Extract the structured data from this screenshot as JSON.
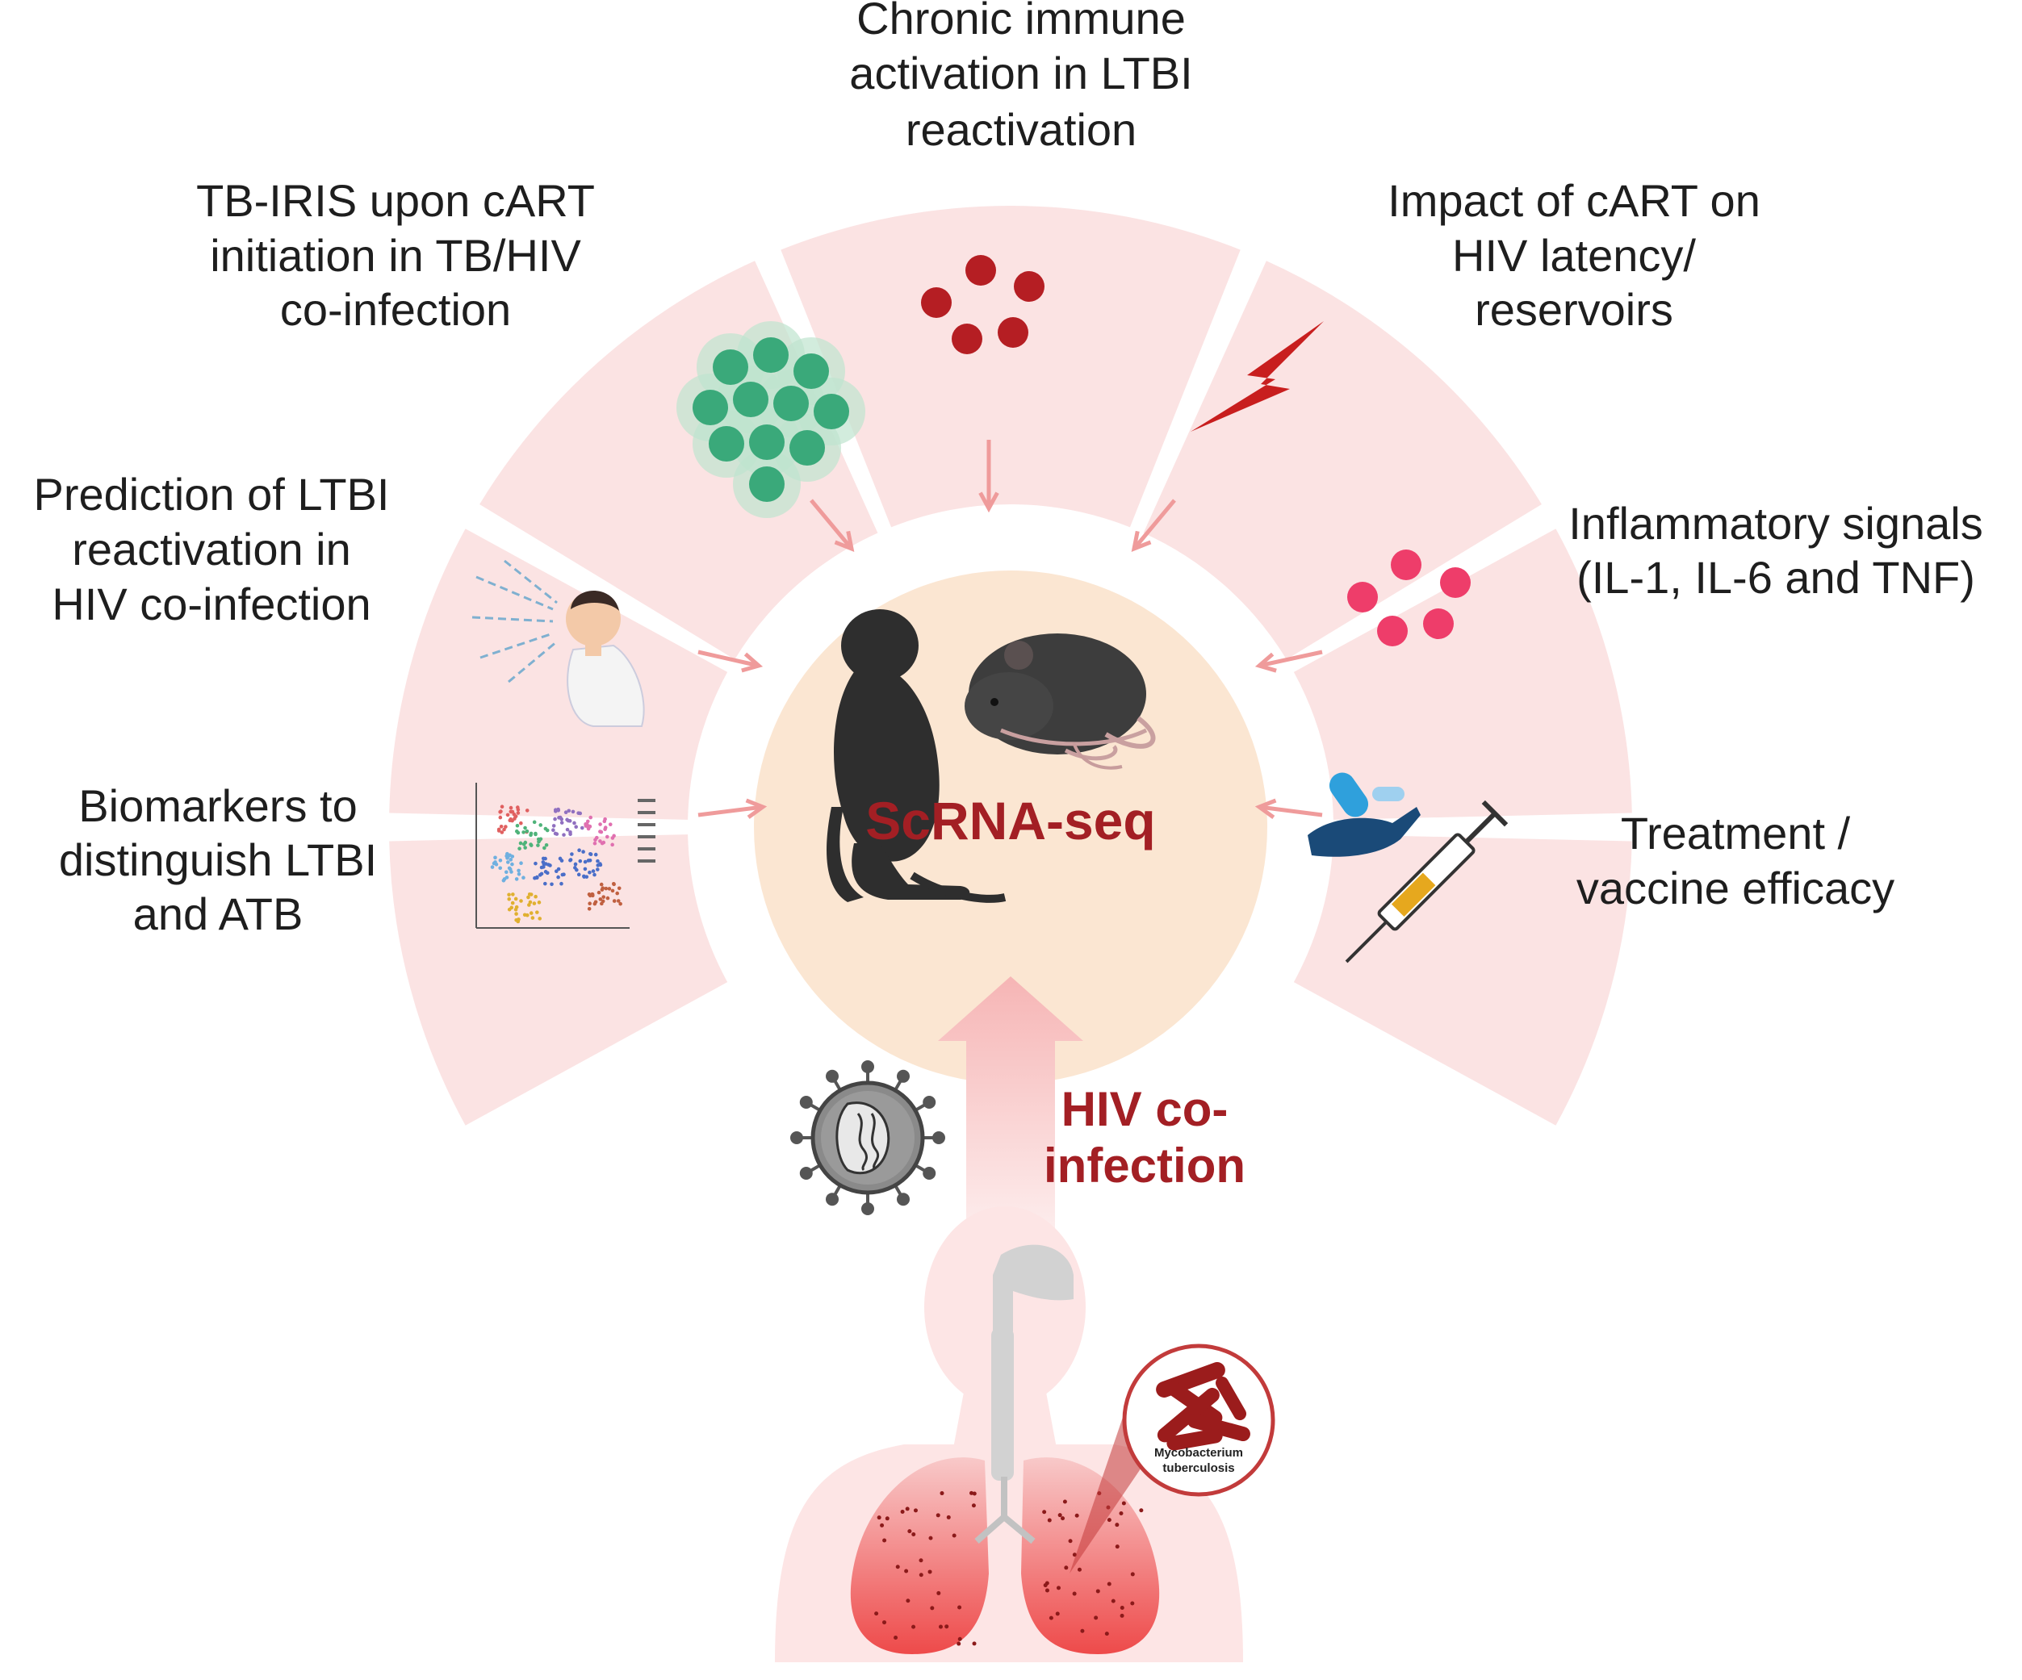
{
  "center_label": "ScRNA-seq",
  "hiv_label": [
    "HIV co-",
    "infection"
  ],
  "bacterium_label": [
    "Mycobacterium",
    "tuberculosis"
  ],
  "segments": [
    {
      "id": "biomarkers",
      "lines": [
        "Biomarkers to",
        "distinguish LTBI",
        "and ATB"
      ],
      "icon": "tsne-plot-icon"
    },
    {
      "id": "prediction",
      "lines": [
        "Prediction of LTBI",
        "reactivation in",
        "HIV co-infection"
      ],
      "icon": "coughing-person-icon"
    },
    {
      "id": "tb-iris",
      "lines": [
        "TB-IRIS upon cART",
        "initiation in TB/HIV",
        "co-infection"
      ],
      "icon": "cell-cluster-icon"
    },
    {
      "id": "chronic",
      "lines": [
        "Chronic immune",
        "activation in LTBI",
        "reactivation"
      ],
      "icon": "red-cells-icon"
    },
    {
      "id": "impact",
      "lines": [
        "Impact of cART on",
        "HIV latency/",
        "reservoirs"
      ],
      "icon": "lightning-icon"
    },
    {
      "id": "inflammatory",
      "lines": [
        "Inflammatory signals",
        "(IL-1, IL-6 and TNF)"
      ],
      "icon": "pink-cells-icon"
    },
    {
      "id": "treatment",
      "lines": [
        "Treatment /",
        "vaccine efficacy"
      ],
      "icon": "pill-syringe-icon"
    }
  ],
  "colors": {
    "segment_fill": "#fbe3e3",
    "center_fill": "#fbe6d2",
    "arrow": "#ef9b9b",
    "accent": "#a31f24",
    "text": "#1e1e1e"
  }
}
